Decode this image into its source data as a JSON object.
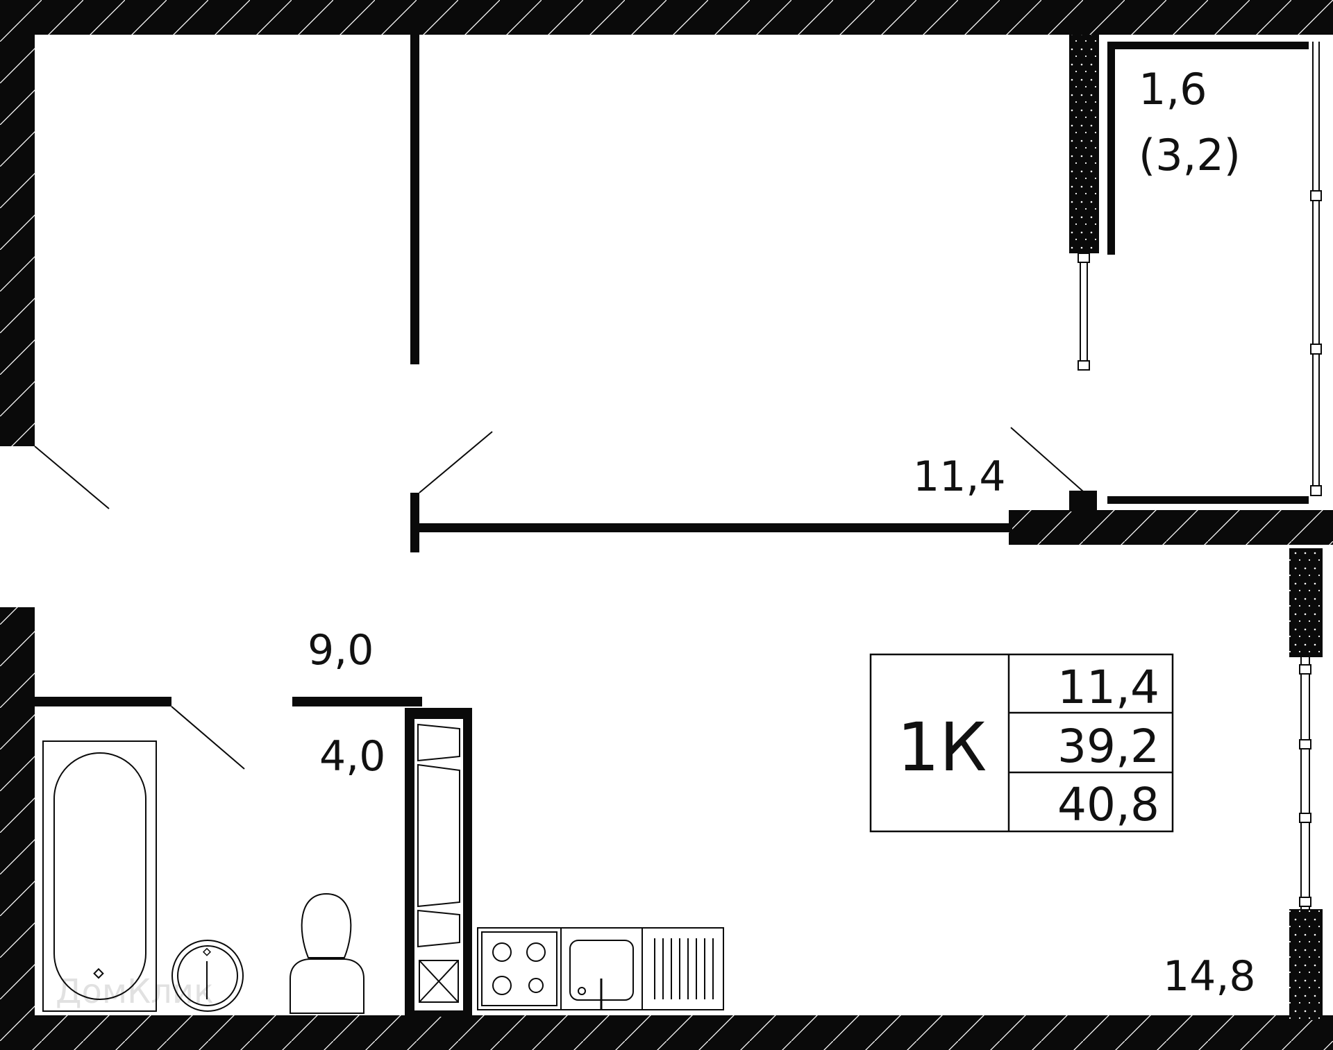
{
  "rooms": {
    "room_area": "11,4",
    "loggia_area": "1,6",
    "loggia_area_full": "(3,2)",
    "hall_area": "9,0",
    "bath_area": "4,0",
    "kitchen_area": "14,8"
  },
  "summary": {
    "type": "1К",
    "living_area": "11,4",
    "total_area": "39,2",
    "total_with_loggia": "40,8"
  },
  "colors": {
    "wall": "#0a0a0a",
    "background": "#ffffff"
  },
  "watermark": "ДомКлик"
}
